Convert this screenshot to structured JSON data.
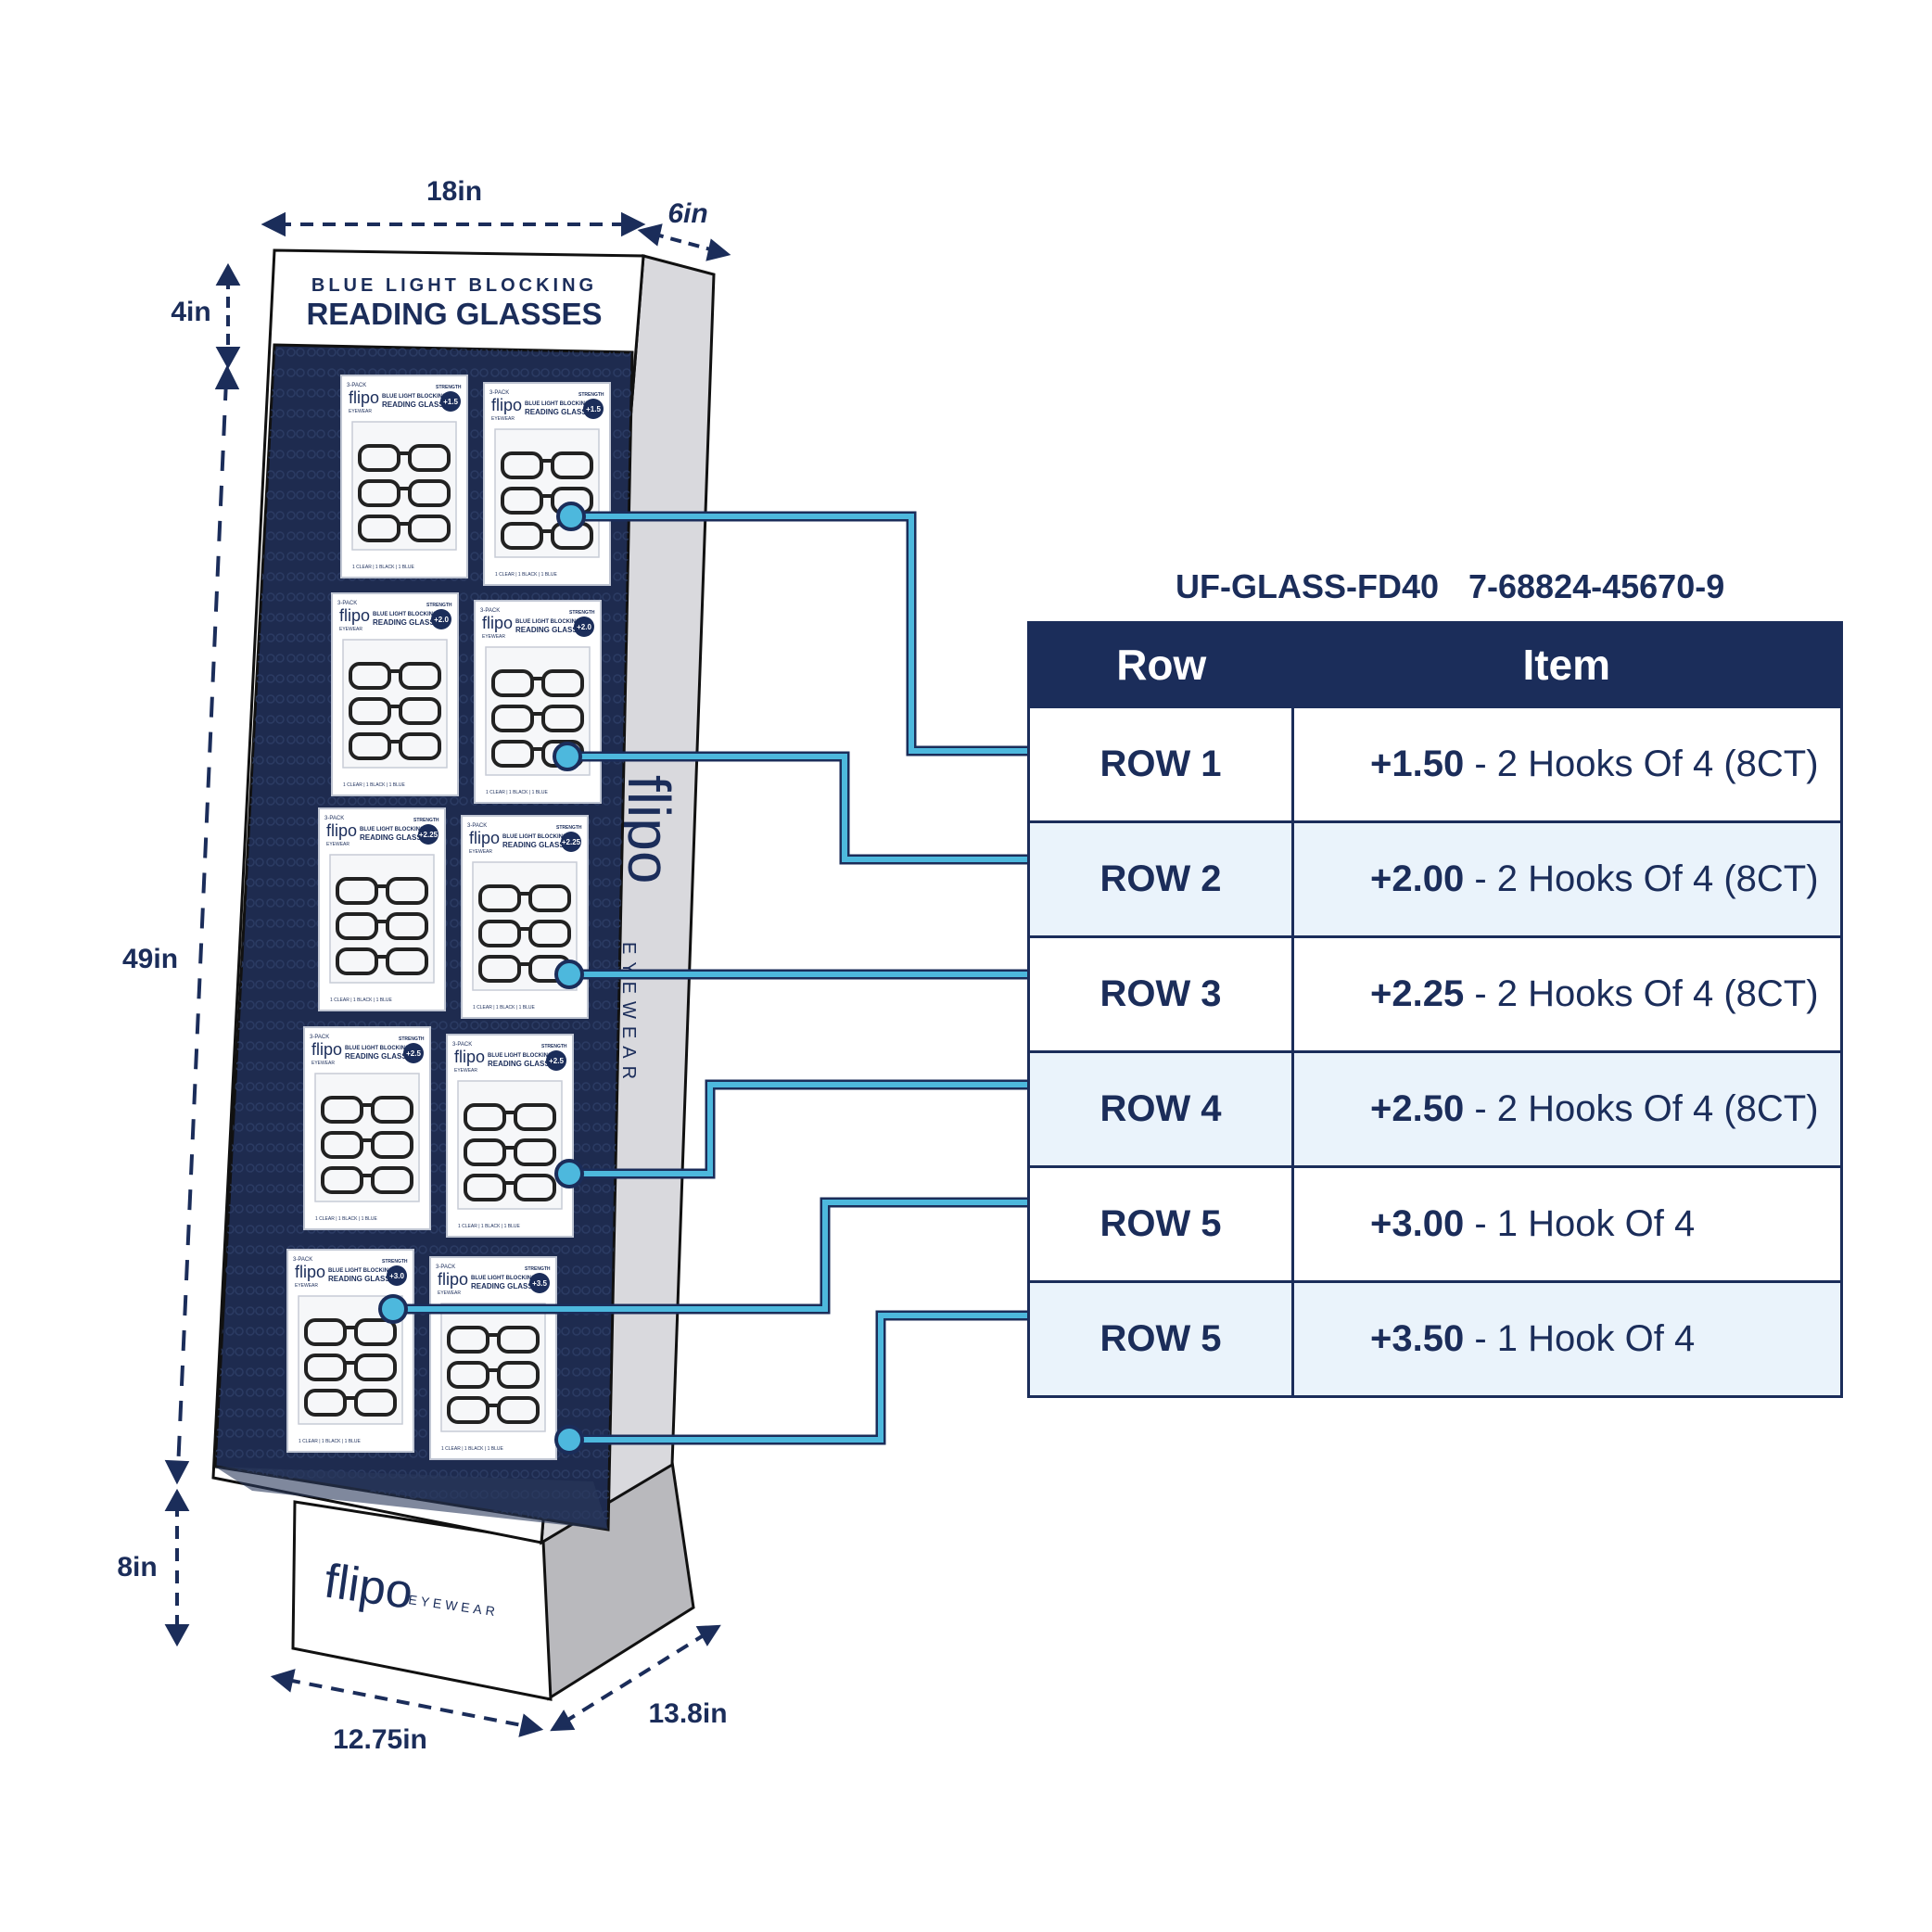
{
  "dimensions": {
    "width_top": "18in",
    "depth_top": "6in",
    "header_height": "4in",
    "display_height": "49in",
    "base_height": "8in",
    "base_width": "12.75in",
    "base_depth": "13.8in"
  },
  "header": {
    "line1": "BLUE LIGHT BLOCKING",
    "line2": "READING GLASSES"
  },
  "brand": {
    "logo": "flipo",
    "sub": "EYEWEAR"
  },
  "package": {
    "brand": "flipo",
    "brand_sub": "EYEWEAR",
    "title1": "BLUE LIGHT BLOCKING",
    "title2": "READING GLASSES",
    "strength_label": "STRENGTH",
    "pack": "3-PACK",
    "footer": "1 CLEAR | 1 BLACK | 1 BLUE"
  },
  "strengths": [
    "+1.5",
    "+1.5",
    "+2.0",
    "+2.0",
    "+2.25",
    "+2.25",
    "+2.5",
    "+2.5",
    "+3.0",
    "+3.5"
  ],
  "codes": {
    "sku": "UF-GLASS-FD40",
    "upc": "7-68824-45670-9"
  },
  "table": {
    "headers": [
      "Row",
      "Item"
    ],
    "rows": [
      {
        "row": "ROW 1",
        "strength": "+1.50",
        "desc": " - 2 Hooks Of 4 (8CT)"
      },
      {
        "row": "ROW 2",
        "strength": "+2.00",
        "desc": " - 2 Hooks Of 4 (8CT)"
      },
      {
        "row": "ROW 3",
        "strength": "+2.25",
        "desc": " - 2 Hooks Of 4 (8CT)"
      },
      {
        "row": "ROW 4",
        "strength": "+2.50",
        "desc": " - 2 Hooks Of 4 (8CT)"
      },
      {
        "row": "ROW 5",
        "strength": "+3.00",
        "desc": " - 1 Hook Of 4"
      },
      {
        "row": "ROW 5",
        "strength": "+3.50",
        "desc": " - 1 Hook Of 4"
      }
    ]
  },
  "colors": {
    "navy": "#1b2d5a",
    "panel": "#1e2b4f",
    "side": "#d9d9dd",
    "base_side": "#b9b9bd",
    "connector": "#4db8dd",
    "table_alt_row": "#eaf3fb"
  }
}
